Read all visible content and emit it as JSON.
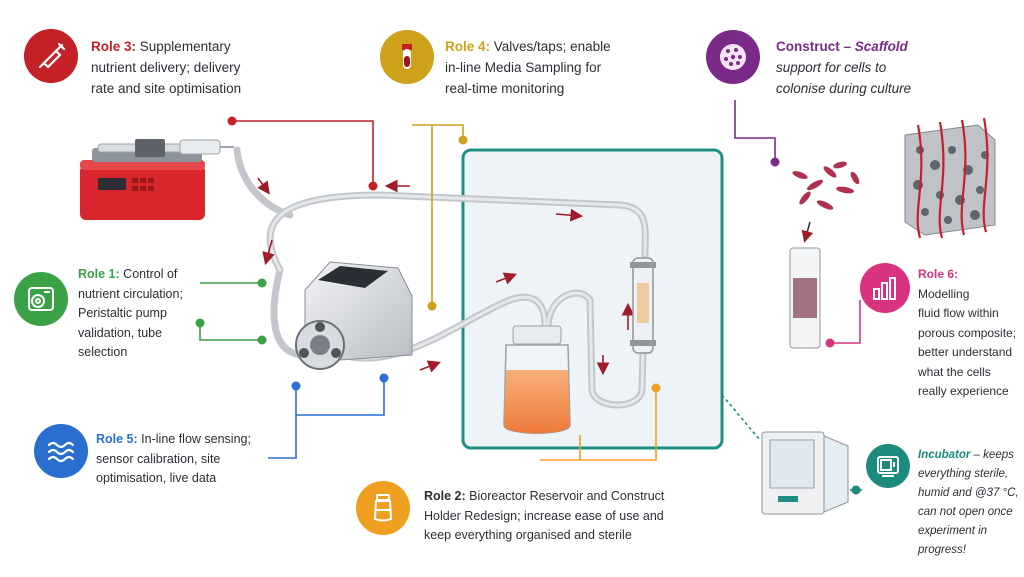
{
  "colors": {
    "role1": "#3aa146",
    "role2": "#f0a020",
    "role3": "#c42127",
    "role4": "#cda21a",
    "role5": "#2a6fd0",
    "role6": "#d9337f",
    "construct": "#7c2a8a",
    "incubator": "#1d8a7e",
    "tube": "#c8ccd1",
    "arrow": "#a01c28"
  },
  "roles": {
    "role3": {
      "title": "Role 3:",
      "lines": [
        "Supplementary",
        "nutrient delivery; delivery",
        "rate and site optimisation"
      ],
      "icon": "syringe-icon"
    },
    "role4": {
      "title": "Role 4:",
      "lines": [
        "Valves/taps; enable",
        "in-line Media Sampling for",
        "real-time monitoring"
      ],
      "icon": "sample-tube-icon"
    },
    "construct": {
      "title": "Construct",
      "dash": "–",
      "scaffold": "Scaffold",
      "lines": [
        "support for cells to",
        "colonise during culture"
      ],
      "icon": "porous-scaffold-icon"
    },
    "role1": {
      "title": "Role 1:",
      "lines": [
        "Control of",
        "nutrient circulation;",
        "Peristaltic pump",
        "validation, tube",
        "selection"
      ],
      "icon": "peristaltic-pump-icon"
    },
    "role5": {
      "title": "Role 5:",
      "lines": [
        "In-line flow sensing;",
        "sensor calibration, site",
        "optimisation, live data"
      ],
      "icon": "wave-icon"
    },
    "role2": {
      "title": "Role 2:",
      "lines": [
        "Bioreactor Reservoir and Construct",
        "Holder Redesign; increase ease of use and",
        "keep everything organised and sterile"
      ],
      "icon": "bottle-icon"
    },
    "role6": {
      "title": "Role 6:",
      "lines": [
        "Modelling",
        "fluid flow within",
        "porous composite;",
        "better understand",
        "what the cells",
        "really experience"
      ],
      "icon": "bar-chart-icon"
    },
    "incubator": {
      "title": "Incubator",
      "lines": [
        "– keeps",
        "everything sterile,",
        "humid and @37 °C,",
        "can not open once",
        "experiment in",
        "progress!"
      ],
      "icon": "incubator-icon"
    }
  }
}
